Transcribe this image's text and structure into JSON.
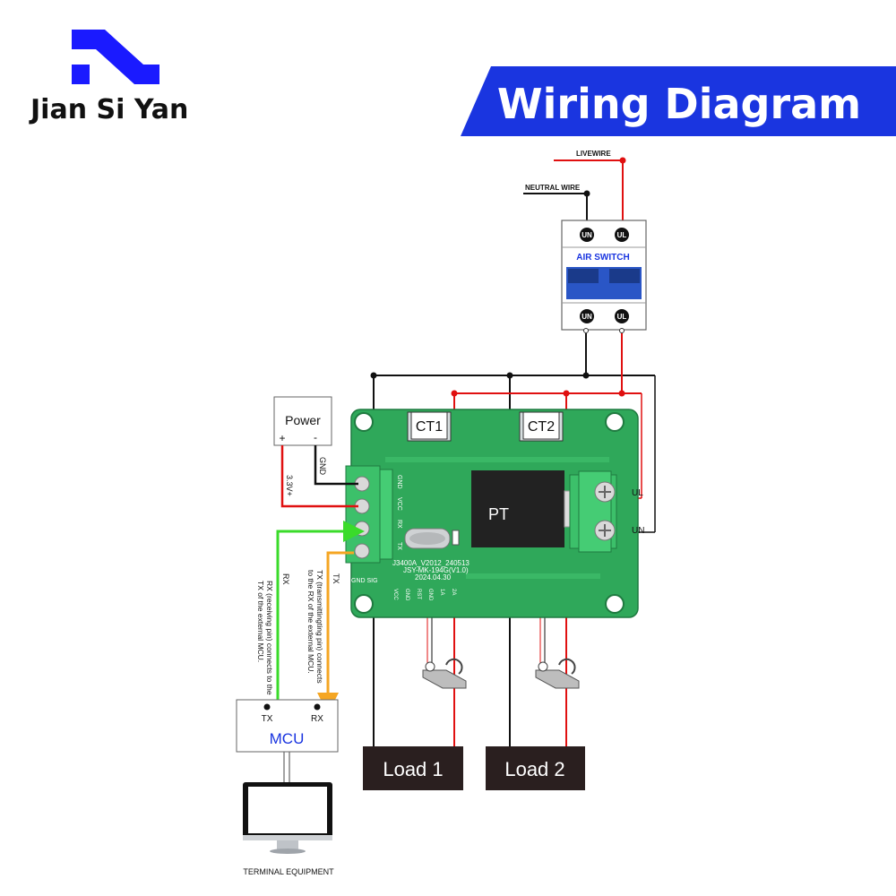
{
  "brand": {
    "name": "Jian Si Yan",
    "logo_icon": "jsy-logo-icon",
    "color": "#1a1aff"
  },
  "banner": {
    "title": "Wiring Diagram",
    "color": "#1a35e0"
  },
  "mains": {
    "live_label": "LIVEWIRE",
    "neutral_label": "NEUTRAL WIRE"
  },
  "air_switch": {
    "label": "AIR SWITCH",
    "top_left": "UN",
    "top_right": "UL",
    "bottom_left": "UN",
    "bottom_right": "UL"
  },
  "power": {
    "label": "Power",
    "plus": "+",
    "minus": "-",
    "gnd_wire": "GND",
    "vcc_wire": "3.3V+"
  },
  "board": {
    "ct1": "CT1",
    "ct2": "CT2",
    "pt": "PT",
    "terminal_ul": "UL",
    "terminal_un": "UN",
    "pins": [
      "GND",
      "VCC",
      "RX",
      "TX"
    ],
    "silk_line1": "J3400A_V2012_240513",
    "silk_line2": "JSY-MK-194G(V1.0)",
    "silk_line3": "2024.04.30",
    "small_left": "GND SIG",
    "small_bottom": [
      "VCC",
      "GND",
      "RST",
      "GND",
      "1A",
      "2A"
    ],
    "color": "#2fa85a"
  },
  "serial": {
    "rx_wire": "RX",
    "tx_wire": "TX",
    "rx_note_line1": "RX (receiving pin) connects to the",
    "rx_note_line2": "TX of the external MCU.",
    "tx_note_line1": "TX (transmittingting pin) connects",
    "tx_note_line2": "to the RX of the external MCU."
  },
  "mcu": {
    "label": "MCU",
    "tx": "TX",
    "rx": "RX"
  },
  "terminal": {
    "label": "TERMINAL EQUIPMENT",
    "icon": "monitor-icon"
  },
  "loads": [
    "Load 1",
    "Load 2"
  ],
  "colors": {
    "live": "#e01010",
    "neutral": "#111111",
    "rx": "#3adb2a",
    "tx": "#f5a623"
  }
}
